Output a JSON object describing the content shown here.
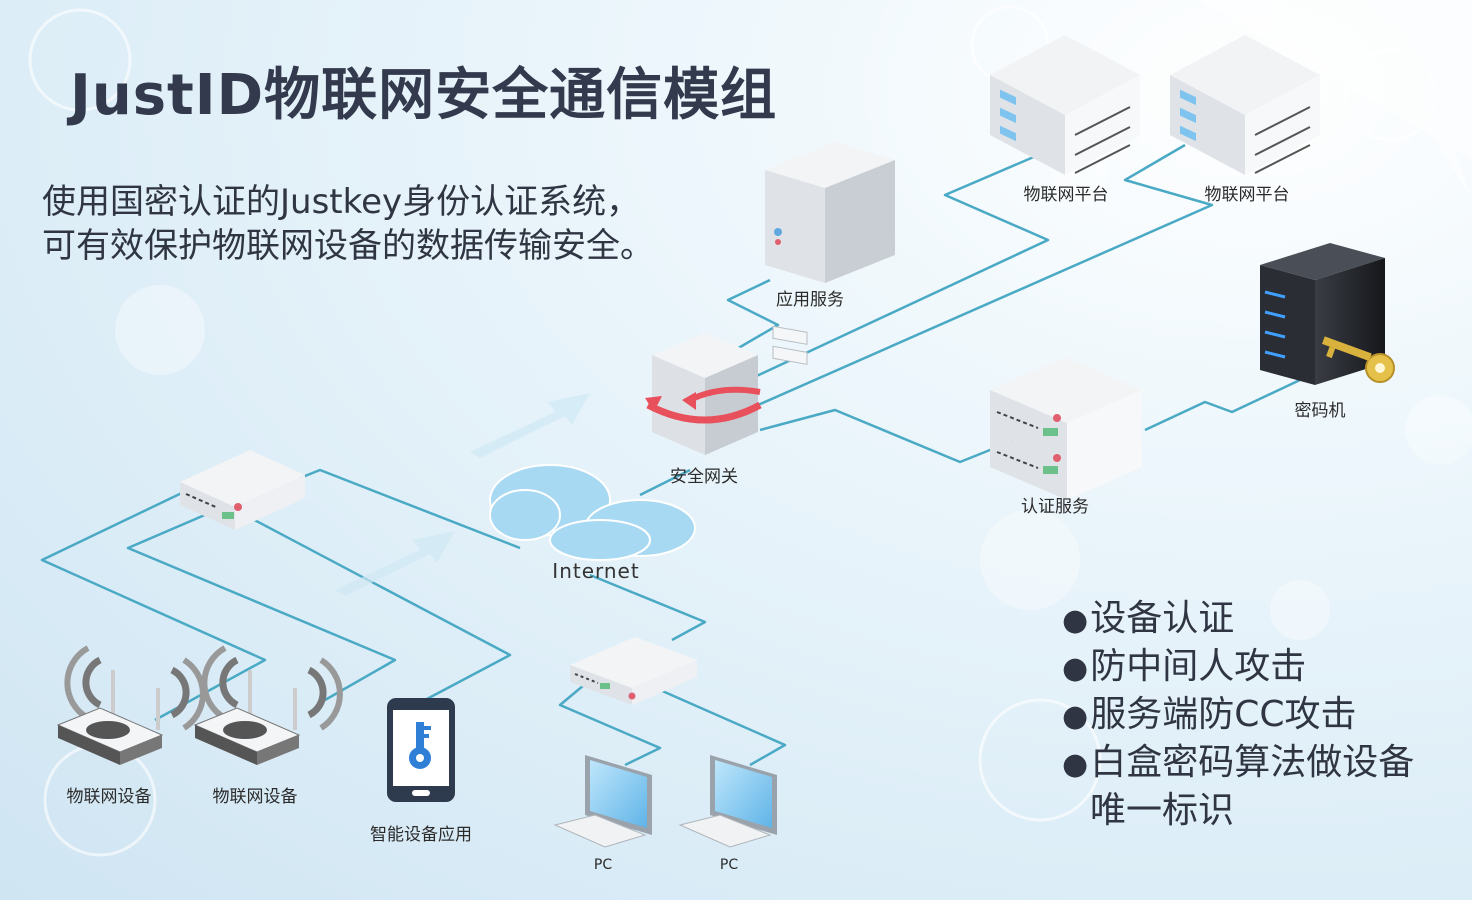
{
  "title": "JustID物联网安全通信模组",
  "subtitle": {
    "line1": "使用国密认证的Justkey身份认证系统，",
    "line2": "可有效保护物联网设备的数据传输安全。"
  },
  "nodes": {
    "iot_platform_1": "物联网平台",
    "iot_platform_2": "物联网平台",
    "app_service": "应用服务",
    "crypto_machine": "密码机",
    "security_gateway": "安全网关",
    "auth_service": "认证服务",
    "internet": "Internet",
    "iot_device_1": "物联网设备",
    "iot_device_2": "物联网设备",
    "smart_app": "智能设备应用",
    "pc_1": "PC",
    "pc_2": "PC"
  },
  "features": [
    {
      "bullet": "●",
      "text": "设备认证"
    },
    {
      "bullet": "●",
      "text": "防中间人攻击"
    },
    {
      "bullet": "●",
      "text": "服务端防CC攻击"
    },
    {
      "bullet": "●",
      "text": "白盒密码算法做设备"
    }
  ],
  "features_continuation": "唯一标识",
  "colors": {
    "link": "#4aa9c4",
    "title": "#333a4d",
    "cloud": "#9fd3ef",
    "arrow_ring": "#e8505b",
    "server_body": "#e9ecef"
  }
}
